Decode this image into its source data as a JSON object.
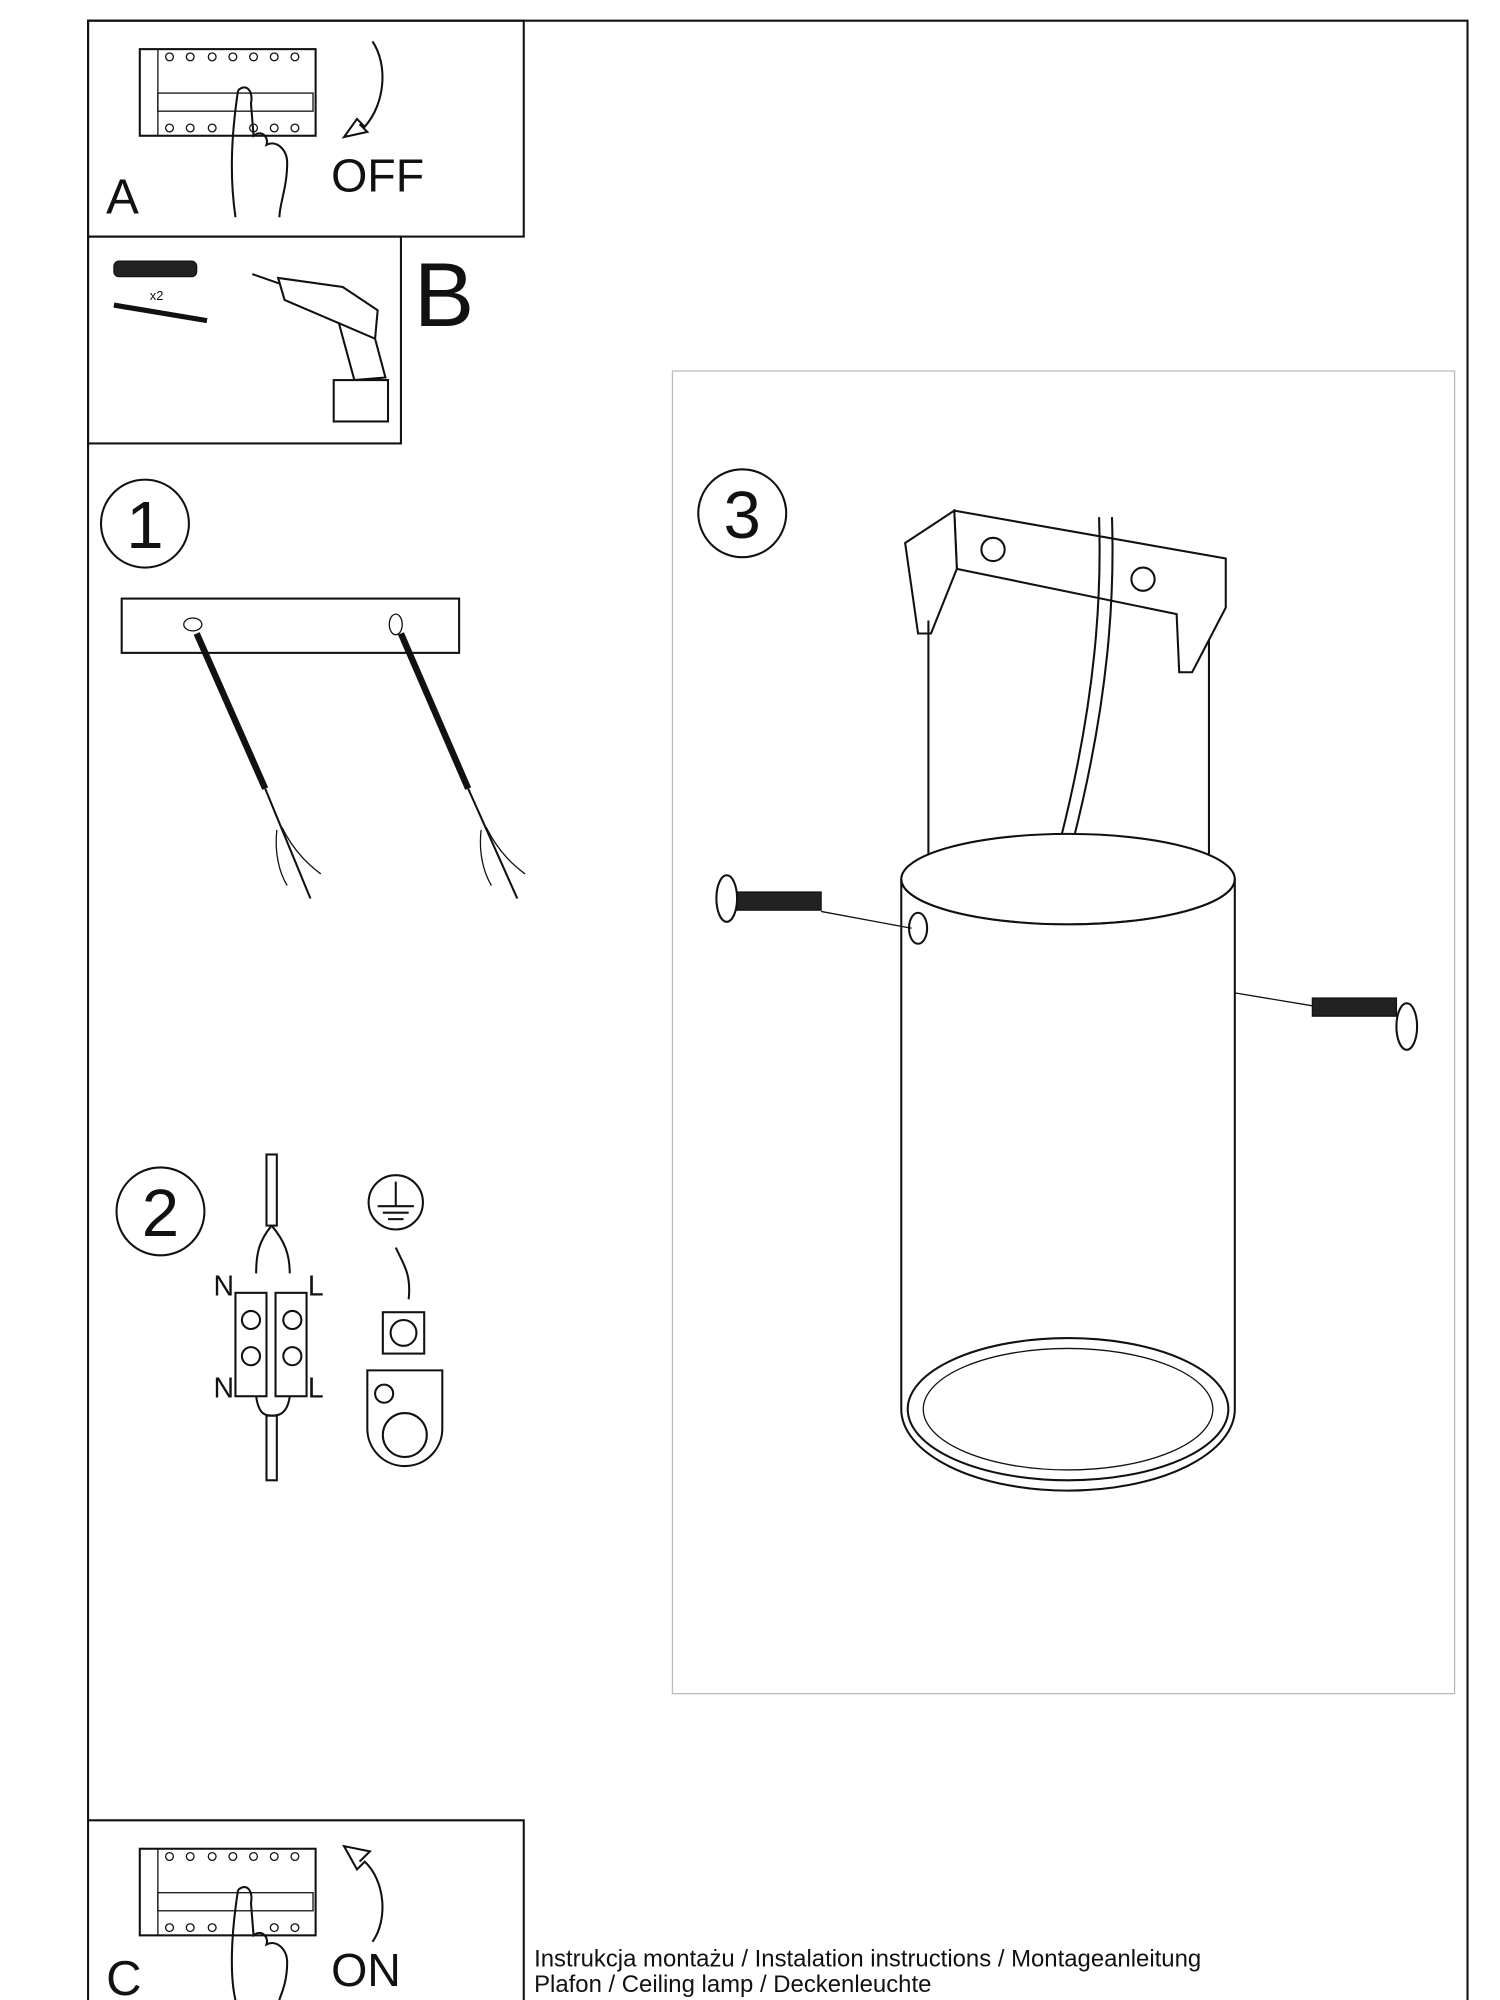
{
  "step_a": {
    "letter": "A",
    "label": "OFF"
  },
  "step_b": {
    "letter": "B",
    "quantity": "x2"
  },
  "step_1": {
    "number": "1"
  },
  "step_2": {
    "number": "2",
    "neutral_top": "N",
    "live_top": "L",
    "neutral_bottom": "N",
    "live_bottom": "L"
  },
  "step_3": {
    "number": "3"
  },
  "step_c": {
    "letter": "C",
    "label": "ON"
  },
  "footer": {
    "line1": "Instrukcja montażu / Instalation instructions / Montageanleitung",
    "line2": "Plafon / Ceiling lamp / Deckenleuchte"
  }
}
